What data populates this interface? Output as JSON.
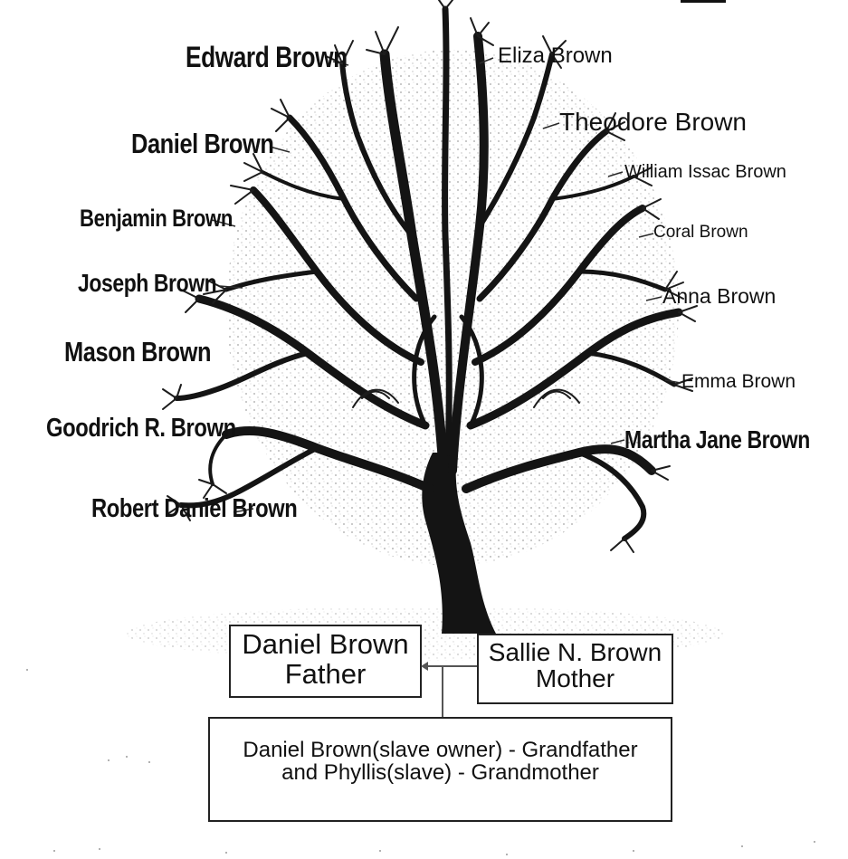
{
  "children_left": [
    "Edward Brown",
    "Daniel Brown",
    "Benjamin Brown",
    "Joseph Brown",
    "Mason Brown",
    "Goodrich R. Brown",
    "Robert Daniel Brown"
  ],
  "children_right": [
    "Eliza Brown",
    "Theodore Brown",
    "William Issac Brown",
    "Coral Brown",
    "Anna Brown",
    "Emma Brown",
    "Martha Jane Brown"
  ],
  "father": {
    "name": "Daniel Brown",
    "role": "Father"
  },
  "mother": {
    "name": "Sallie N. Brown",
    "role": "Mother"
  },
  "grandparents": {
    "line1": "Daniel Brown(slave owner) - Grandfather",
    "line2": "and Phyllis(slave) - Grandmother"
  },
  "colors": {
    "ink": "#111111",
    "box_border": "#222222",
    "connector": "#555555",
    "tree": "#141414"
  }
}
